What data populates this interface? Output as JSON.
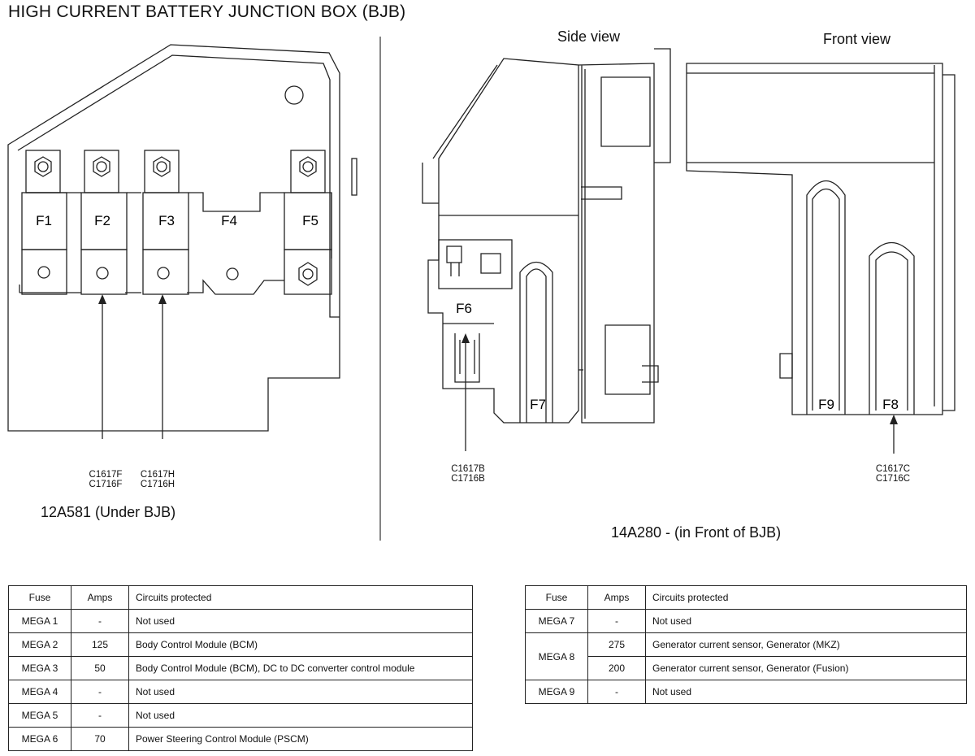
{
  "title": "HIGH CURRENT BATTERY JUNCTION BOX (BJB)",
  "left_panel": {
    "caption": "12A581 (Under BJB)",
    "fuses": [
      "F1",
      "F2",
      "F3",
      "F4",
      "F5"
    ],
    "connectors": [
      {
        "line1": "C1617F",
        "line2": "C1716F"
      },
      {
        "line1": "C1617H",
        "line2": "C1716H"
      }
    ]
  },
  "right_panel": {
    "side_view_label": "Side view",
    "front_view_label": "Front view",
    "caption": "14A280 - (in Front of BJB)",
    "fuses": [
      "F6",
      "F7",
      "F9",
      "F8"
    ],
    "connectors": [
      {
        "line1": "C1617B",
        "line2": "C1716B"
      },
      {
        "line1": "C1617C",
        "line2": "C1716C"
      }
    ]
  },
  "table_left": {
    "headers": [
      "Fuse",
      "Amps",
      "Circuits protected"
    ],
    "rows": [
      [
        "MEGA 1",
        "-",
        "Not used"
      ],
      [
        "MEGA 2",
        "125",
        "Body Control Module (BCM)"
      ],
      [
        "MEGA 3",
        "50",
        "Body Control Module (BCM), DC to DC converter control module"
      ],
      [
        "MEGA 4",
        "-",
        "Not used"
      ],
      [
        "MEGA 5",
        "-",
        "Not used"
      ],
      [
        "MEGA 6",
        "70",
        "Power Steering Control Module (PSCM)"
      ]
    ]
  },
  "table_right": {
    "headers": [
      "Fuse",
      "Amps",
      "Circuits protected"
    ],
    "rows": [
      {
        "fuse": "MEGA 7",
        "amps": "-",
        "circuit": "Not used"
      },
      {
        "fuse": "MEGA 8",
        "amps": "275",
        "circuit": "Generator current sensor, Generator (MKZ)"
      },
      {
        "amps": "200",
        "circuit": "Generator current sensor, Generator (Fusion)"
      },
      {
        "fuse": "MEGA 9",
        "amps": "-",
        "circuit": "Not used"
      }
    ]
  }
}
